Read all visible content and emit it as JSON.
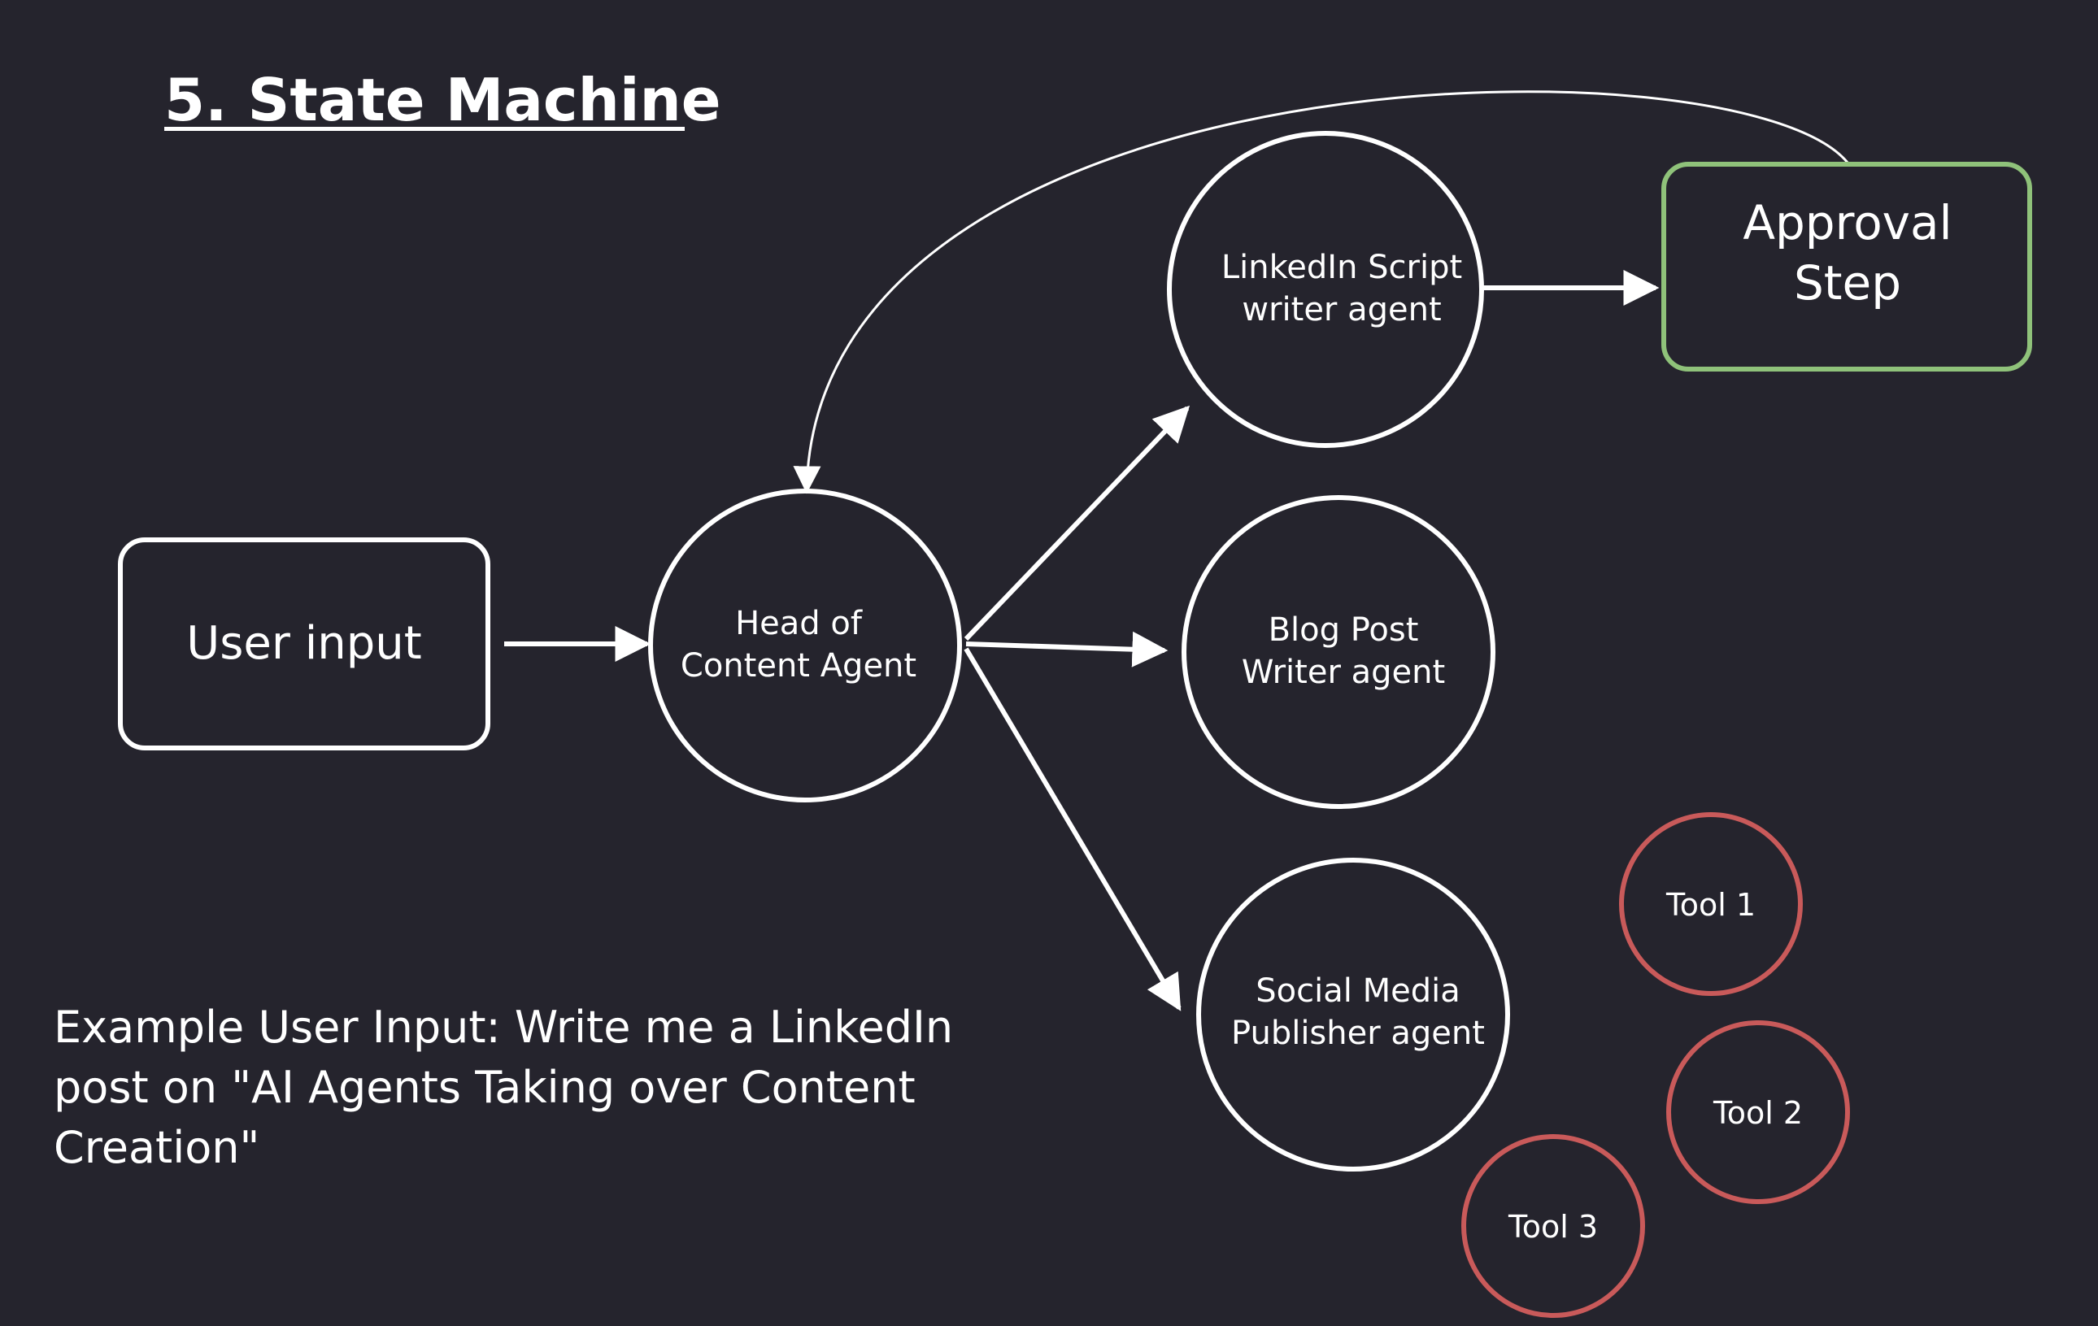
{
  "slide": {
    "title": "5. State Machine",
    "example_lines": [
      "Example User Input: Write me a LinkedIn",
      "post on \"AI Agents Taking over Content",
      "Creation\""
    ]
  },
  "nodes": {
    "user_input": {
      "label_lines": [
        "User input"
      ]
    },
    "head_of_content": {
      "label_lines": [
        "Head of",
        "Content Agent"
      ]
    },
    "linkedin_writer": {
      "label_lines": [
        "LinkedIn Script",
        "writer agent"
      ]
    },
    "blog_writer": {
      "label_lines": [
        "Blog Post",
        "Writer agent"
      ]
    },
    "social_publisher": {
      "label_lines": [
        "Social Media",
        "Publisher agent"
      ]
    },
    "approval_step": {
      "label_lines": [
        "Approval",
        "Step"
      ]
    },
    "tool_1": {
      "label_lines": [
        "Tool 1"
      ]
    },
    "tool_2": {
      "label_lines": [
        "Tool 2"
      ]
    },
    "tool_3": {
      "label_lines": [
        "Tool 3"
      ]
    }
  },
  "edges": [
    {
      "from": "user_input",
      "to": "head_of_content"
    },
    {
      "from": "head_of_content",
      "to": "linkedin_writer"
    },
    {
      "from": "head_of_content",
      "to": "blog_writer"
    },
    {
      "from": "head_of_content",
      "to": "social_publisher"
    },
    {
      "from": "linkedin_writer",
      "to": "approval_step"
    },
    {
      "from": "approval_step",
      "to": "head_of_content"
    }
  ],
  "colors": {
    "background": "#25242d",
    "stroke": "#ffffff",
    "approval_border": "#8fc27a",
    "tool_border": "#c95a5a"
  }
}
